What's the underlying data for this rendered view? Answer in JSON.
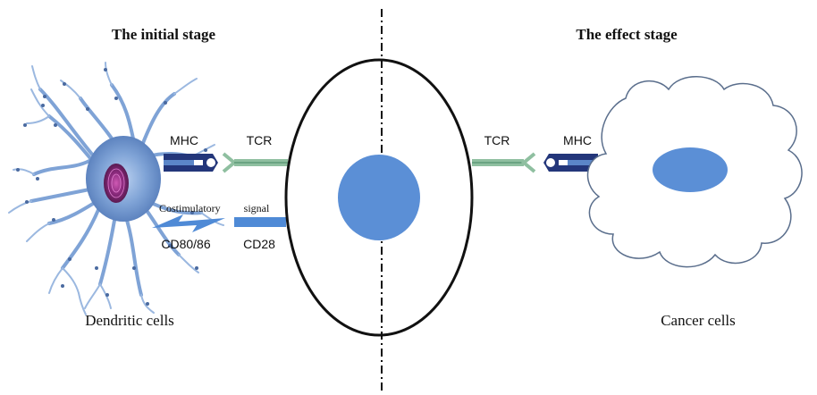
{
  "stages": {
    "initial": "The initial stage",
    "effect": "The effect stage"
  },
  "left": {
    "mhc": "MHC",
    "tcr": "TCR",
    "costim_a": "Costimulatory",
    "costim_b": "signal",
    "cd80": "CD80/86",
    "cd28": "CD28",
    "cell_name": "Dendritic cells"
  },
  "right": {
    "tcr": "TCR",
    "mhc": "MHC",
    "cell_name": "Cancer cells"
  },
  "colors": {
    "mhc_navy": "#23367a",
    "mhc_blue": "#5b86c8",
    "tcr_green": "#8fbfa0",
    "nucleus_blue": "#5b8fd6",
    "costim_blue": "#4f8ad6",
    "dc_body": "#7fa3d6",
    "dc_nucleus": "#8a2a7c"
  }
}
